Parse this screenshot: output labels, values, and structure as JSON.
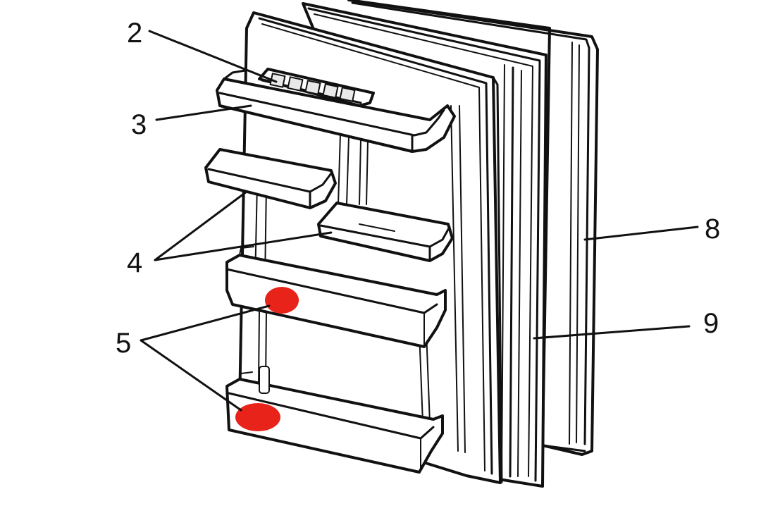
{
  "diagram": {
    "callouts": [
      {
        "id": "2",
        "label": "2"
      },
      {
        "id": "3",
        "label": "3"
      },
      {
        "id": "4",
        "label": "4"
      },
      {
        "id": "5",
        "label": "5"
      },
      {
        "id": "8",
        "label": "8"
      },
      {
        "id": "9",
        "label": "9"
      }
    ],
    "colors": {
      "line": "#111111",
      "marker": "#e8231a",
      "background": "#ffffff"
    }
  }
}
